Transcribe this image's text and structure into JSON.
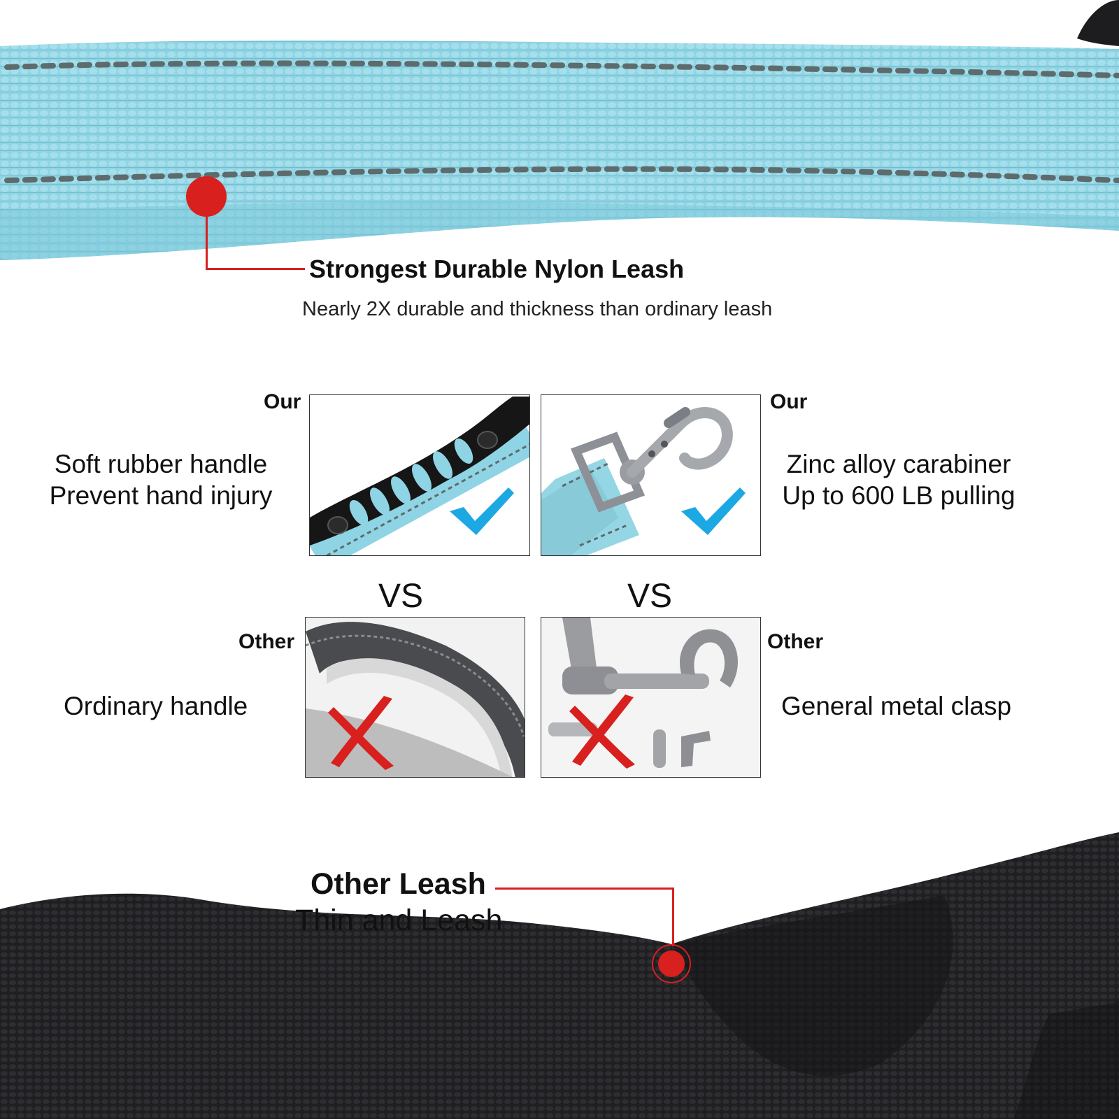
{
  "colors": {
    "accent_red": "#d8201f",
    "nylon_blue": "#8ed3e3",
    "stitch_gray": "#5e6b6c",
    "check_blue": "#1ca8e3",
    "leash_black": "#1d1d1f"
  },
  "top": {
    "title": "Strongest Durable Nylon Leash",
    "subtitle": "Nearly 2X durable and thickness than ordinary leash"
  },
  "comparison": {
    "vs_label": "VS",
    "our_label": "Our",
    "other_label": "Other",
    "handle": {
      "our_text_line1": "Soft rubber handle",
      "our_text_line2": "Prevent hand injury",
      "other_text": "Ordinary handle",
      "our_mark": "check-icon",
      "other_mark": "cross-icon"
    },
    "clasp": {
      "our_text_line1": "Zinc alloy carabiner",
      "our_text_line2": "Up to 600 LB pulling",
      "other_text": "General metal clasp",
      "our_mark": "check-icon",
      "other_mark": "cross-icon"
    }
  },
  "bottom": {
    "title": "Other Leash",
    "subtitle": "Thin and Leash"
  }
}
